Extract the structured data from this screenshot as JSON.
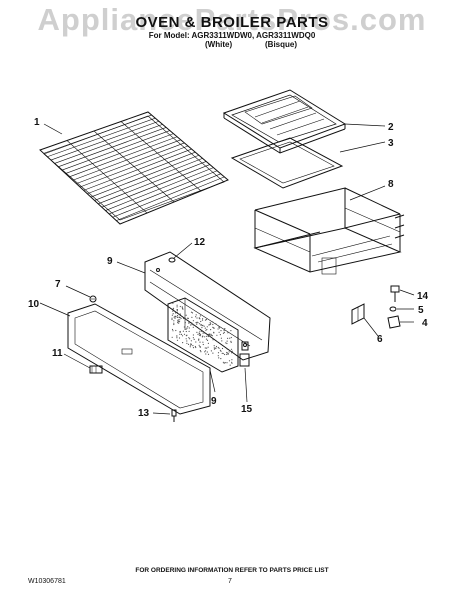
{
  "watermark": "AppliancePartsPros.com",
  "header": {
    "title": "OVEN & BROILER PARTS",
    "subtitle": "For Model: AGR3311WDW0, AGR3311WDQ0",
    "color_white": "(White)",
    "color_bisque": "(Bisque)"
  },
  "callouts": [
    "1",
    "2",
    "3",
    "4",
    "5",
    "6",
    "7",
    "8",
    "9",
    "9",
    "10",
    "11",
    "12",
    "13",
    "14",
    "15"
  ],
  "footer": {
    "info": "FOR ORDERING INFORMATION REFER TO PARTS PRICE LIST",
    "doc_number": "W10306781",
    "page_number": "7"
  }
}
